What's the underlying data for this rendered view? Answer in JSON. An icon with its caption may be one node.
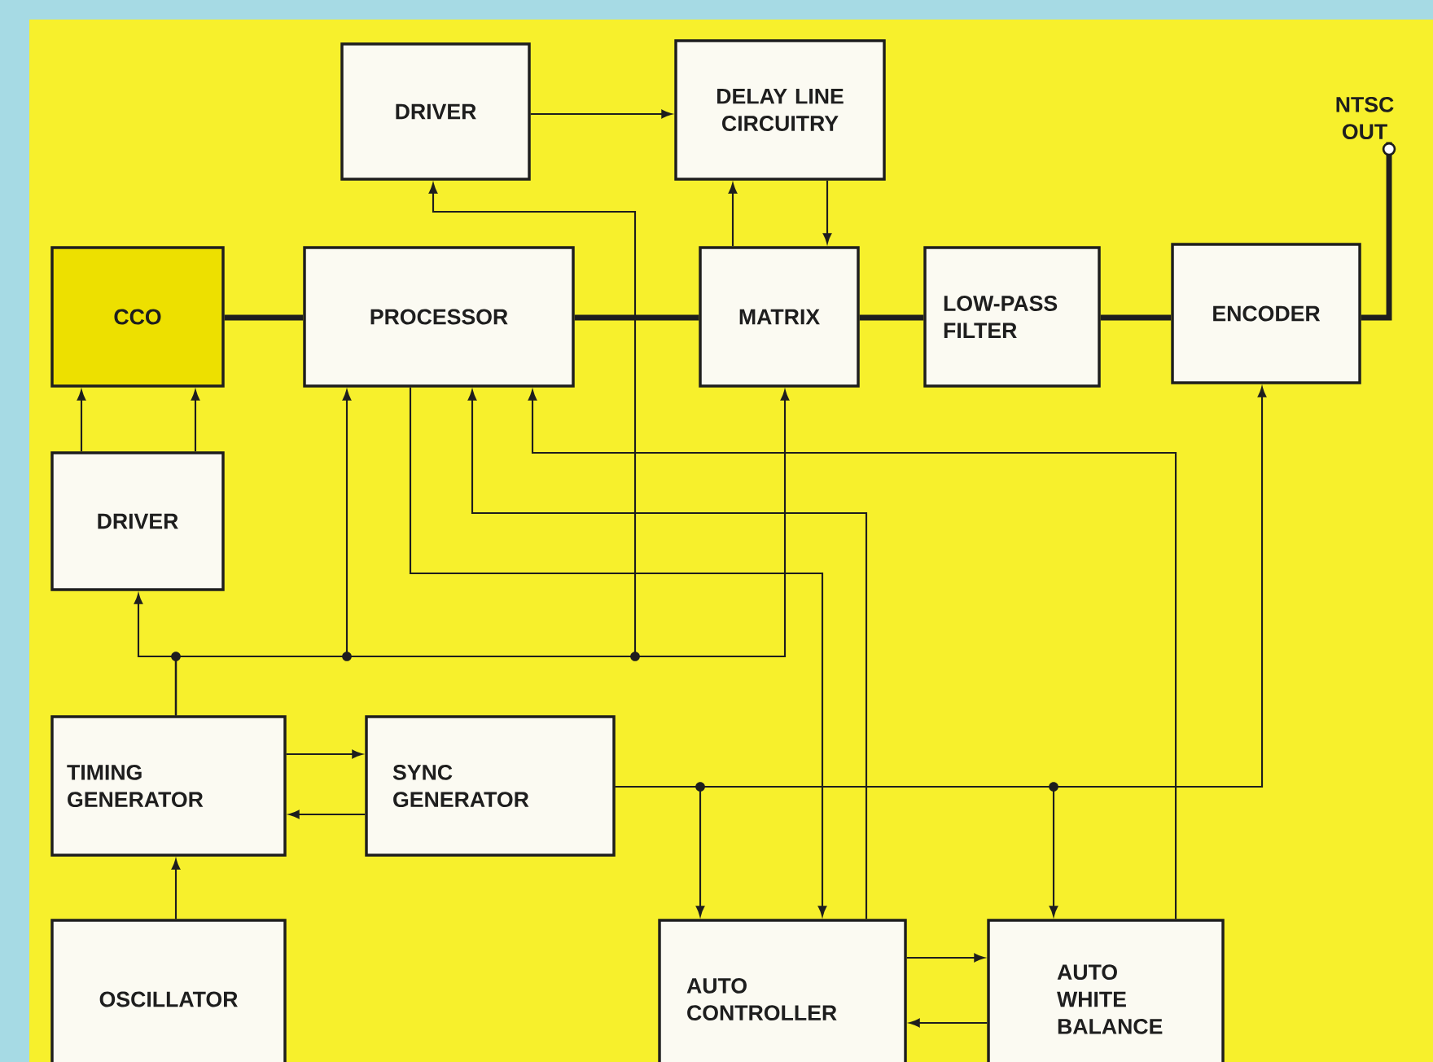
{
  "diagram": {
    "nodes": [
      {
        "text": [
          "DRIVER"
        ]
      },
      {
        "text": [
          "DELAY LINE CIRCUITRY"
        ]
      },
      {
        "text": [
          "CCO"
        ]
      },
      {
        "text": [
          "PROCESSOR"
        ]
      },
      {
        "text": [
          "MATRIX"
        ]
      },
      {
        "text": [
          "LOW-PASS FILTER"
        ]
      },
      {
        "text": [
          "ENCODER"
        ]
      },
      {
        "text": [
          "NTSC OUT"
        ]
      },
      {
        "text": [
          "DRIVER"
        ]
      },
      {
        "text": [
          "TIMING GENERATOR"
        ]
      },
      {
        "text": [
          "SYNC GENERATOR"
        ]
      },
      {
        "text": [
          "OSCILLATOR"
        ]
      },
      {
        "text": [
          "AUTO CONTROLLER"
        ]
      },
      {
        "text": [
          "AUTO WHITE BALANCE"
        ]
      }
    ],
    "edges": [
      {
        "from": 0,
        "to": 1,
        "arrow": "to"
      },
      {
        "from": 4,
        "to": 1,
        "arrow": "to"
      },
      {
        "from": 1,
        "to": 4,
        "arrow": "to"
      },
      {
        "from": 2,
        "to": 3,
        "arrow": "none",
        "style": "thick"
      },
      {
        "from": 3,
        "to": 4,
        "arrow": "none",
        "style": "thick"
      },
      {
        "from": 4,
        "to": 5,
        "arrow": "none",
        "style": "thick"
      },
      {
        "from": 5,
        "to": 6,
        "arrow": "none",
        "style": "thick"
      },
      {
        "from": 6,
        "to": 7,
        "arrow": "other",
        "style": "thick"
      },
      {
        "from": 8,
        "to": 2,
        "arrow": "to"
      },
      {
        "from": 8,
        "to": 2,
        "arrow": "to"
      },
      {
        "from": 9,
        "to": 8,
        "arrow": "to"
      },
      {
        "from": 9,
        "to": 3,
        "arrow": "to"
      },
      {
        "from": 9,
        "to": 0,
        "arrow": "to"
      },
      {
        "from": 9,
        "to": 4,
        "arrow": "to"
      },
      {
        "from": 9,
        "to": 10,
        "arrow": "to"
      },
      {
        "from": 10,
        "to": 9,
        "arrow": "to"
      },
      {
        "from": 11,
        "to": 9,
        "arrow": "to"
      },
      {
        "from": 10,
        "to": 6,
        "arrow": "to"
      },
      {
        "from": 10,
        "to": 12,
        "arrow": "to"
      },
      {
        "from": 10,
        "to": 13,
        "arrow": "to"
      },
      {
        "from": 3,
        "to": 12,
        "arrow": "to"
      },
      {
        "from": 12,
        "to": 3,
        "arrow": "to"
      },
      {
        "from": 13,
        "to": 3,
        "arrow": "to"
      },
      {
        "from": 12,
        "to": 13,
        "arrow": "to"
      },
      {
        "from": 13,
        "to": 12,
        "arrow": "to"
      }
    ]
  }
}
